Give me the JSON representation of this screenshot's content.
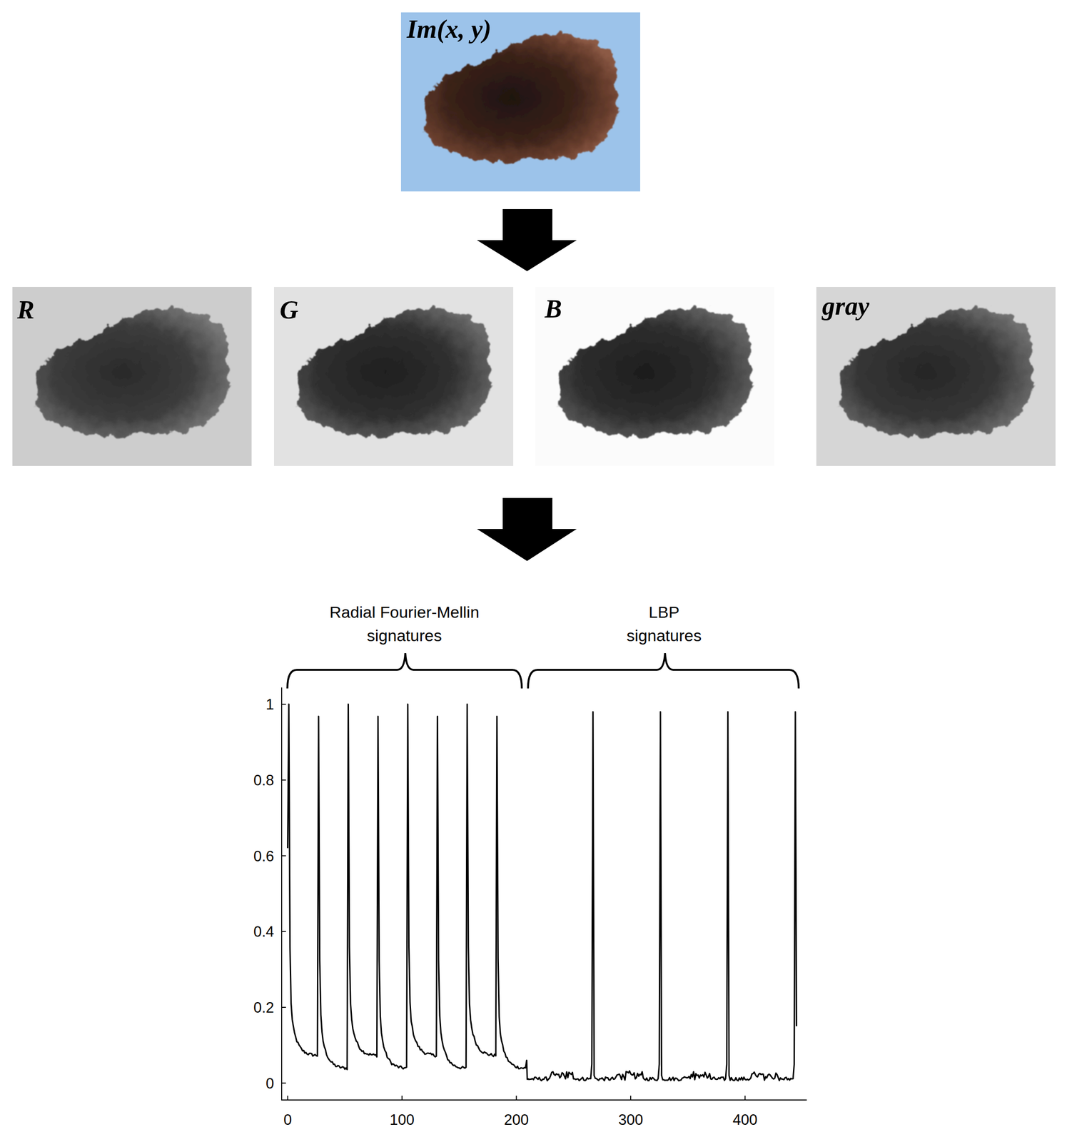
{
  "diagram": {
    "labels": [
      "Im(x, y)",
      "R",
      "G",
      "B",
      "gray",
      "Radial Fourier-Mellin signatures",
      "LBP signatures",
      "1",
      "0.8",
      "0.6",
      "0.4",
      "0.2",
      "0",
      "0",
      "100",
      "200",
      "300",
      "400"
    ]
  }
}
